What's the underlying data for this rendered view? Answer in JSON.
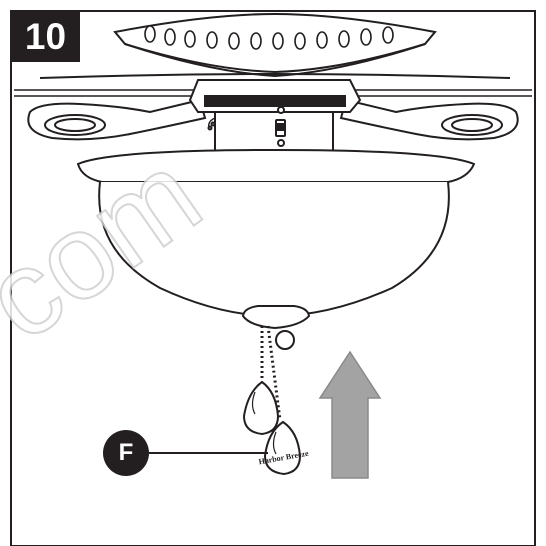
{
  "step": {
    "number": "10"
  },
  "callout": {
    "label": "F"
  },
  "watermark": {
    "text": "com"
  },
  "pull_chain": {
    "fob_text": "Harbor Breeze"
  },
  "colors": {
    "line": "#231f20",
    "arrow": "#a3a3a3",
    "badge_bg": "#231f20"
  },
  "icons": {
    "direction": "up-arrow-icon"
  }
}
